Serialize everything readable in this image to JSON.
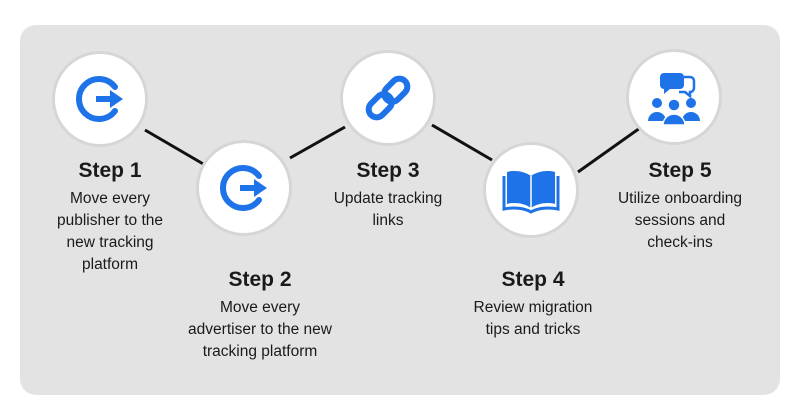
{
  "colors": {
    "accent": "#1e73e8",
    "panel": "#e3e3e3",
    "line": "#111111"
  },
  "steps": [
    {
      "title": "Step 1",
      "desc_lines": [
        "Move every",
        "publisher to the",
        "new tracking",
        "platform"
      ],
      "icon": "exit-arrow-icon"
    },
    {
      "title": "Step 2",
      "desc_lines": [
        "Move every",
        "advertiser to the new",
        "tracking platform"
      ],
      "icon": "exit-arrow-icon"
    },
    {
      "title": "Step 3",
      "desc_lines": [
        "Update tracking",
        "links"
      ],
      "icon": "chain-link-icon"
    },
    {
      "title": "Step 4",
      "desc_lines": [
        "Review migration",
        "tips and tricks"
      ],
      "icon": "open-book-icon"
    },
    {
      "title": "Step 5",
      "desc_lines": [
        "Utilize onboarding",
        "sessions and",
        "check-ins"
      ],
      "icon": "team-chat-icon"
    }
  ]
}
